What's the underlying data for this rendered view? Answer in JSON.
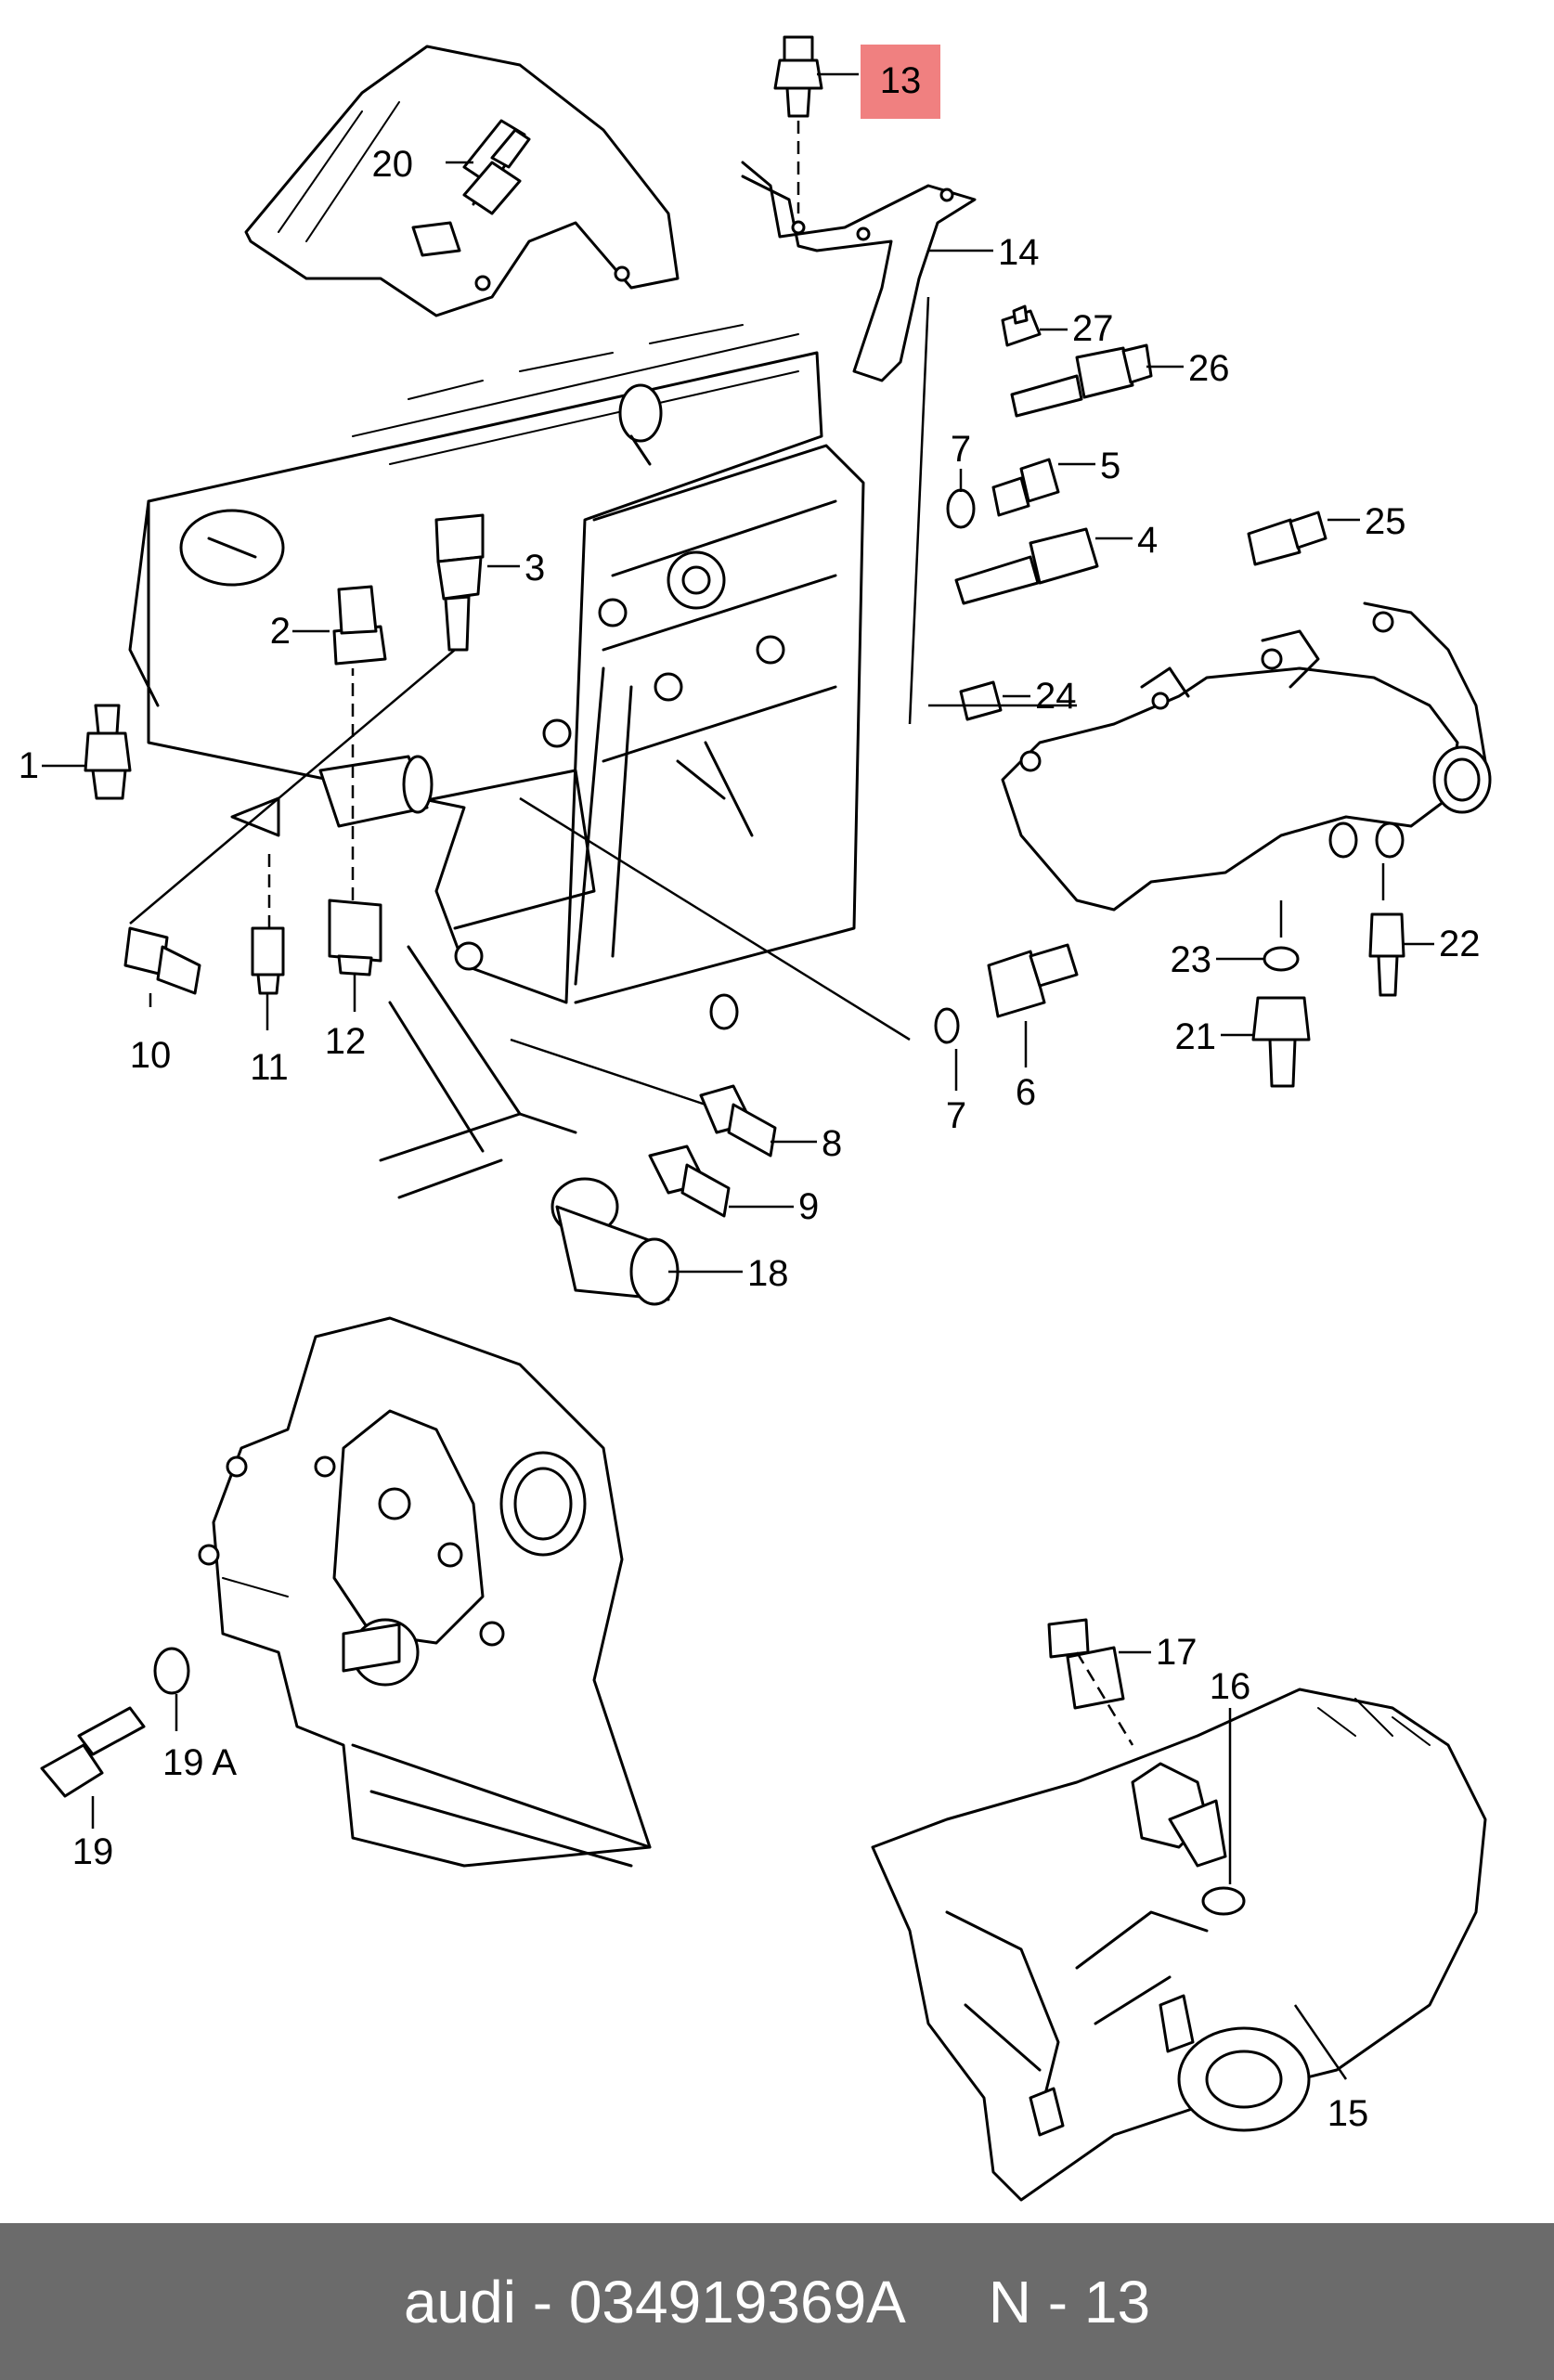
{
  "highlight_color": "#f08080",
  "footer_bg": "#6b6b6b",
  "callouts": {
    "c1": "1",
    "c2": "2",
    "c3": "3",
    "c4": "4",
    "c5": "5",
    "c6": "6",
    "c7a": "7",
    "c7b": "7",
    "c8": "8",
    "c9": "9",
    "c10": "10",
    "c11": "11",
    "c12": "12",
    "c13": "13",
    "c14": "14",
    "c15": "15",
    "c16": "16",
    "c17": "17",
    "c18": "18",
    "c19": "19",
    "c19a": "19 A",
    "c20": "20",
    "c21": "21",
    "c22": "22",
    "c23": "23",
    "c24": "24",
    "c25": "25",
    "c26": "26",
    "c27": "27"
  },
  "footer": {
    "brand": "audi",
    "separator": " - ",
    "part_number": "034919369A",
    "page_ref": "N - 13"
  }
}
